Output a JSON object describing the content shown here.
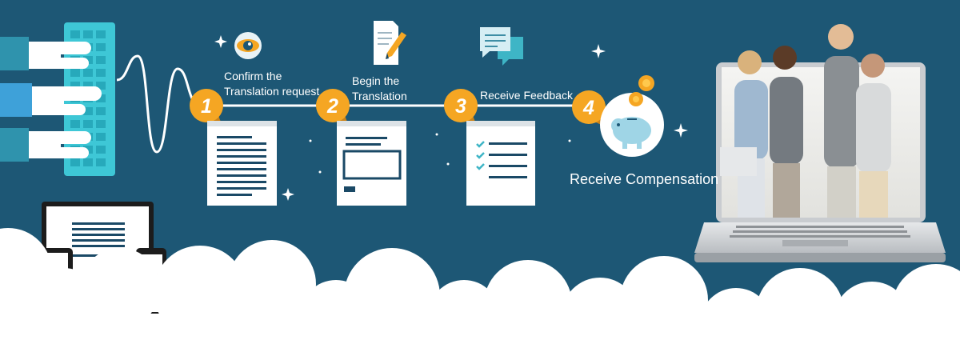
{
  "colors": {
    "background": "#1d5775",
    "accent_orange": "#f5a623",
    "cloud": "#ffffff",
    "card": "#ffffff",
    "line": "#1a4966"
  },
  "steps": [
    {
      "number": "1",
      "label_line1": "Confirm the",
      "label_line2": "Translation request",
      "icon": "eye-icon"
    },
    {
      "number": "2",
      "label_line1": "Begin the",
      "label_line2": "Translation",
      "icon": "pencil-paper-icon"
    },
    {
      "number": "3",
      "label_line1": "Receive Feedback",
      "icon": "chat-bubbles-icon"
    },
    {
      "number": "4",
      "label_line1": "Receive Compensation",
      "icon": "piggy-bank-icon"
    }
  ],
  "decorations": [
    "keyboard-hands-illustration",
    "devices-illustration",
    "laptop-people-photo",
    "clouds"
  ]
}
